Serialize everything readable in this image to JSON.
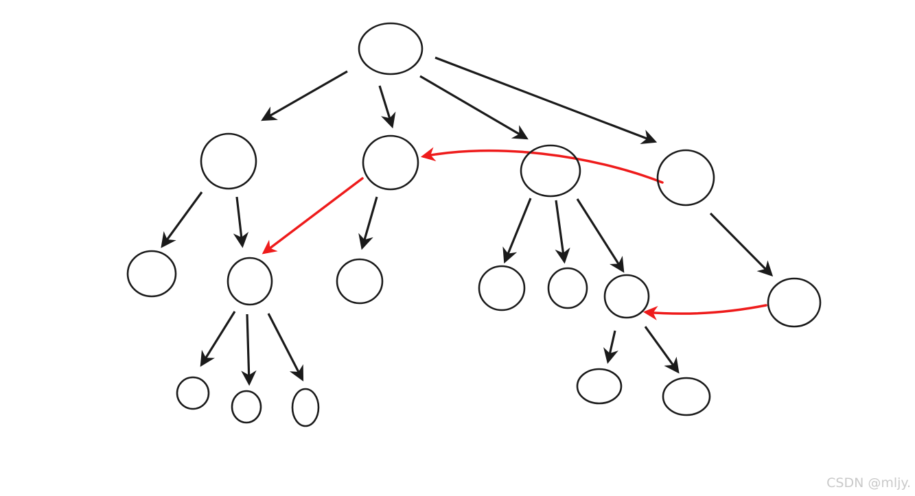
{
  "watermark": "CSDN @mljy.",
  "colors": {
    "node_stroke": "#1a1a1a",
    "tree_edge": "#1a1a1a",
    "highlight_edge": "#ee1b1b",
    "watermark": "#c9c9c9"
  },
  "nodes": [
    {
      "id": "root"
    },
    {
      "id": "l1-a"
    },
    {
      "id": "l1-b"
    },
    {
      "id": "l1-c"
    },
    {
      "id": "l1-d"
    },
    {
      "id": "l2-a1"
    },
    {
      "id": "l2-a2"
    },
    {
      "id": "l2-b1"
    },
    {
      "id": "l2-c1"
    },
    {
      "id": "l2-c2"
    },
    {
      "id": "l2-c3"
    },
    {
      "id": "l2-d1"
    },
    {
      "id": "l3-a2-1"
    },
    {
      "id": "l3-a2-2"
    },
    {
      "id": "l3-a2-3"
    },
    {
      "id": "l3-c3-1"
    },
    {
      "id": "l3-c3-2"
    }
  ],
  "tree_edges": [
    {
      "from": "root",
      "to": "l1-a"
    },
    {
      "from": "root",
      "to": "l1-b"
    },
    {
      "from": "root",
      "to": "l1-c"
    },
    {
      "from": "root",
      "to": "l1-d"
    },
    {
      "from": "l1-a",
      "to": "l2-a1"
    },
    {
      "from": "l1-a",
      "to": "l2-a2"
    },
    {
      "from": "l1-b",
      "to": "l2-b1"
    },
    {
      "from": "l1-c",
      "to": "l2-c1"
    },
    {
      "from": "l1-c",
      "to": "l2-c2"
    },
    {
      "from": "l1-c",
      "to": "l2-c3"
    },
    {
      "from": "l1-d",
      "to": "l2-d1"
    },
    {
      "from": "l2-a2",
      "to": "l3-a2-1"
    },
    {
      "from": "l2-a2",
      "to": "l3-a2-2"
    },
    {
      "from": "l2-a2",
      "to": "l3-a2-3"
    },
    {
      "from": "l2-c3",
      "to": "l3-c3-1"
    },
    {
      "from": "l2-c3",
      "to": "l3-c3-2"
    }
  ],
  "highlight_edges": [
    {
      "from": "l1-d",
      "to": "l1-b"
    },
    {
      "from": "l1-b",
      "to": "l2-a2"
    },
    {
      "from": "l2-d1",
      "to": "l2-c3"
    }
  ]
}
